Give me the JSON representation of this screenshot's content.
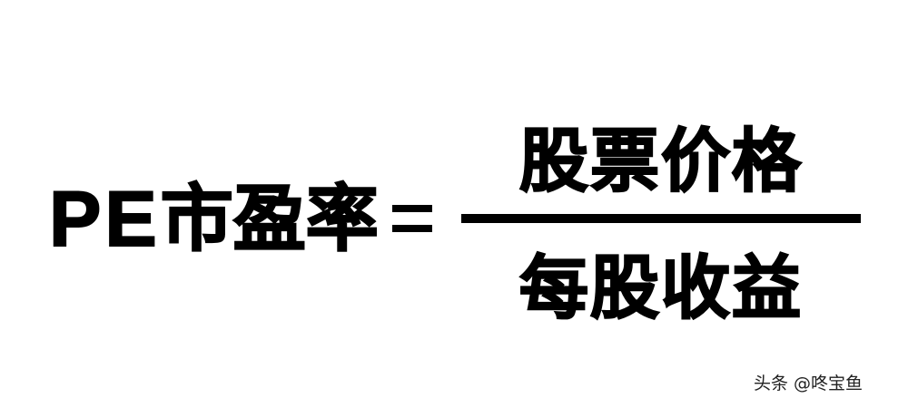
{
  "formula": {
    "lhs_latin": "PE",
    "lhs_cjk": "市盈率",
    "operator": "=",
    "numerator": "股票价格",
    "denominator": "每股收益"
  },
  "watermark": {
    "text": "头条 @咚宝鱼"
  },
  "colors": {
    "text": "#000000",
    "background": "#ffffff",
    "watermark": "#222222"
  }
}
